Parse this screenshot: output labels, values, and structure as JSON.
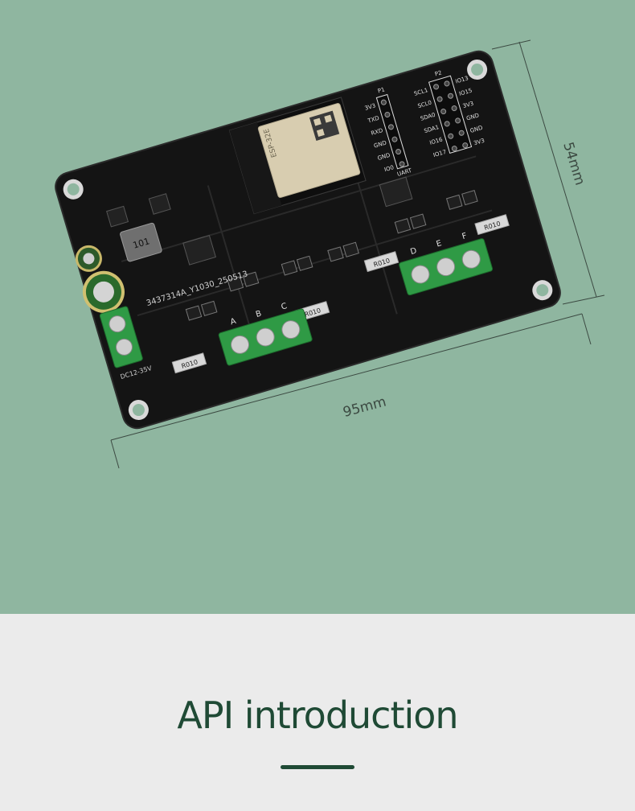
{
  "hero": {
    "dimension_width": "95mm",
    "dimension_height": "54mm",
    "module_brand": "ESP-32E",
    "board_id": "3437314A_Y1030_250513",
    "inductor_marking": "101",
    "resistor_marking_1": "R010",
    "resistor_marking_2": "R010",
    "resistor_marking_3": "R010",
    "resistor_marking_4": "R010",
    "terminal_left_a": "A",
    "terminal_left_b": "B",
    "terminal_left_c": "C",
    "terminal_right_d": "D",
    "terminal_right_e": "E",
    "terminal_right_f": "F",
    "power_label": "DC12-35V",
    "header_p1_name": "P1",
    "header_p1_pins": [
      "3V3",
      "TXD",
      "RXD",
      "GND",
      "GND",
      "IO0"
    ],
    "header_p1_footer": "UART",
    "header_p2_name": "P2",
    "header_p2_left_pins": [
      "SCL1",
      "SCL0",
      "SDA0",
      "SDA1",
      "IO16",
      "IO17"
    ],
    "header_p2_right_pins": [
      "IO13",
      "IO15",
      "3V3",
      "GND",
      "GND",
      "3V3"
    ]
  },
  "section": {
    "title": "API introduction"
  },
  "colors": {
    "background_top": "#8fb6a0",
    "background_bottom": "#ebebeb",
    "title_color": "#1f4a35",
    "pcb": "#141414",
    "terminal_green": "#2f9a45"
  }
}
